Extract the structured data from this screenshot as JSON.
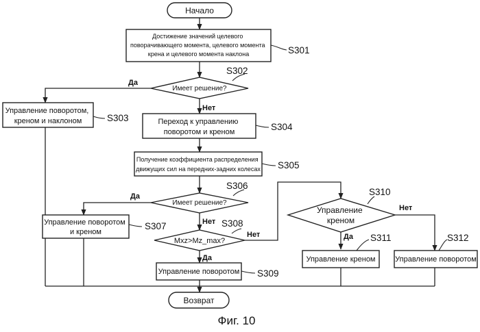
{
  "start": "Начало",
  "end": "Возврат",
  "steps": {
    "s301": {
      "lines": [
        "Достижение значений целевого",
        "поворачивающего момента, целевого момента",
        "крена и целевого момента наклона"
      ],
      "label": "S301"
    },
    "s302": {
      "text": "Имеет решение?",
      "label": "S302"
    },
    "s303": {
      "lines": [
        "Управление поворотом,",
        "креном и наклоном"
      ],
      "label": "S303"
    },
    "s304": {
      "lines": [
        "Переход к управлению",
        "поворотом и креном"
      ],
      "label": "S304"
    },
    "s305": {
      "lines": [
        "Получение коэффициента распределения",
        "движущих сил на передних-задних колесах"
      ],
      "label": "S305"
    },
    "s306": {
      "text": "Имеет решение?",
      "label": "S306"
    },
    "s307": {
      "lines": [
        "Управление поворотом",
        "и креном"
      ],
      "label": "S307"
    },
    "s308": {
      "text": "Mxz>Mz_max?",
      "label": "S308"
    },
    "s309": {
      "text": "Управление поворотом",
      "label": "S309"
    },
    "s310": {
      "lines": [
        "Управление",
        "креном"
      ],
      "label": "S310"
    },
    "s311": {
      "text": "Управление креном",
      "label": "S311"
    },
    "s312": {
      "text": "Управление поворотом",
      "label": "S312"
    }
  },
  "branches": {
    "yes": "Да",
    "no": "Нет"
  },
  "caption": "Фиг. 10"
}
